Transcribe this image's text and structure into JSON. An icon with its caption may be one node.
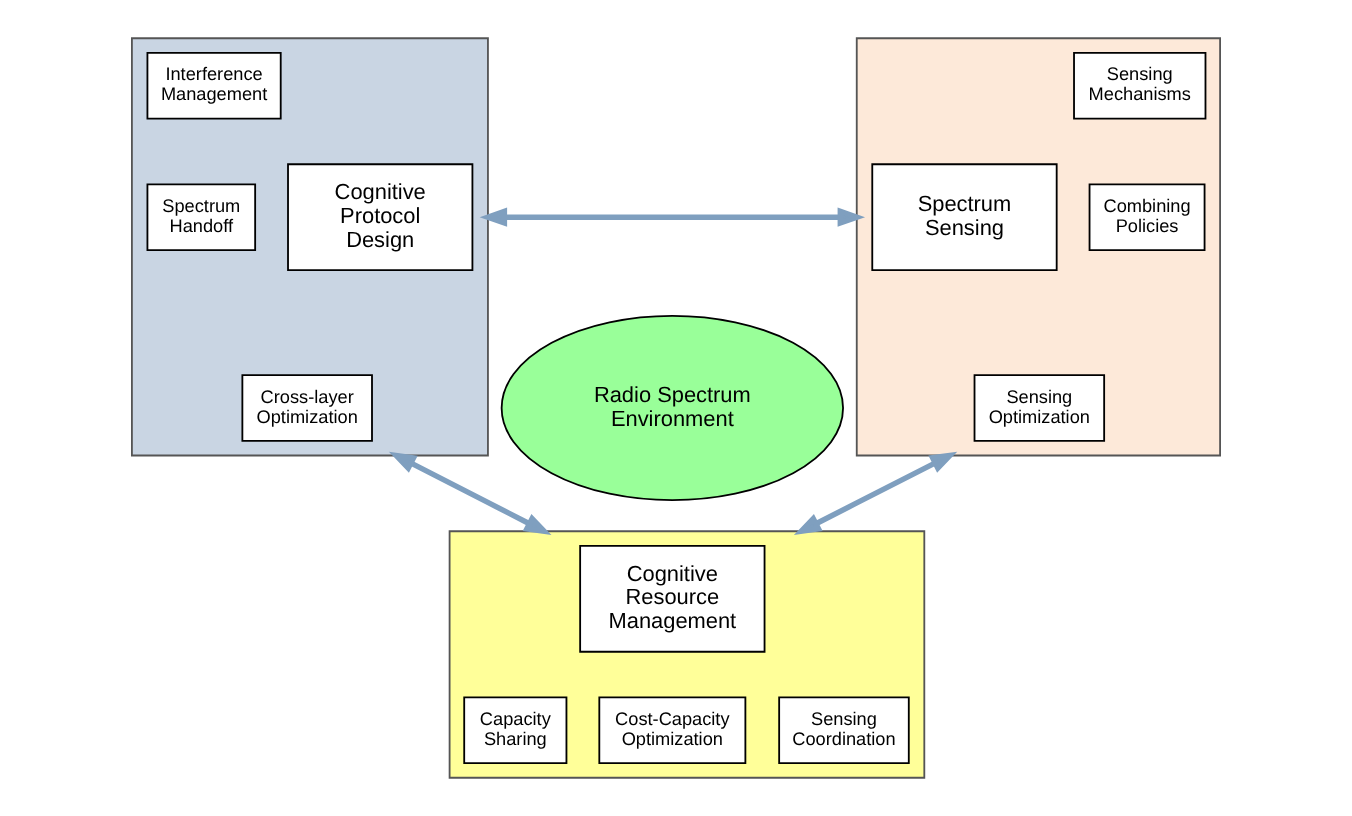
{
  "diagram": {
    "nodes": [
      {
        "text": [],
        "shape": "box"
      },
      {
        "text": [
          "Interference Management"
        ],
        "in": 0
      },
      {
        "text": [
          "Spectrum Handoff"
        ],
        "in": 0
      },
      {
        "text": [
          "Cross-layer Optimization"
        ],
        "in": 0
      },
      {
        "text": [
          "Cognitive Protocol Design"
        ],
        "in": 0
      },
      {
        "text": [],
        "shape": "box"
      },
      {
        "text": [
          "Spectrum Sensing"
        ],
        "in": 5
      },
      {
        "text": [
          "Sensing Mechanisms"
        ],
        "in": 5
      },
      {
        "text": [
          "Combining Policies"
        ],
        "in": 5
      },
      {
        "text": [
          "Sensing Optimization"
        ],
        "in": 5
      },
      {
        "text": [
          "Radio Spectrum Environment"
        ]
      },
      {
        "text": [],
        "shape": "box"
      },
      {
        "text": [
          "Cognitive Resource Management"
        ],
        "in": 11
      },
      {
        "text": [
          "Capacity Sharing"
        ],
        "in": 11
      },
      {
        "text": [
          "Cost-Capacity Optimization"
        ],
        "in": 11
      },
      {
        "text": [
          "Sensing Coordination"
        ],
        "in": 11
      }
    ],
    "edges": [
      {
        "from": 0,
        "to": 5,
        "arrow": "both"
      },
      {
        "from": 0,
        "to": 11,
        "arrow": "both"
      },
      {
        "from": 5,
        "to": 11,
        "arrow": "both"
      }
    ]
  }
}
